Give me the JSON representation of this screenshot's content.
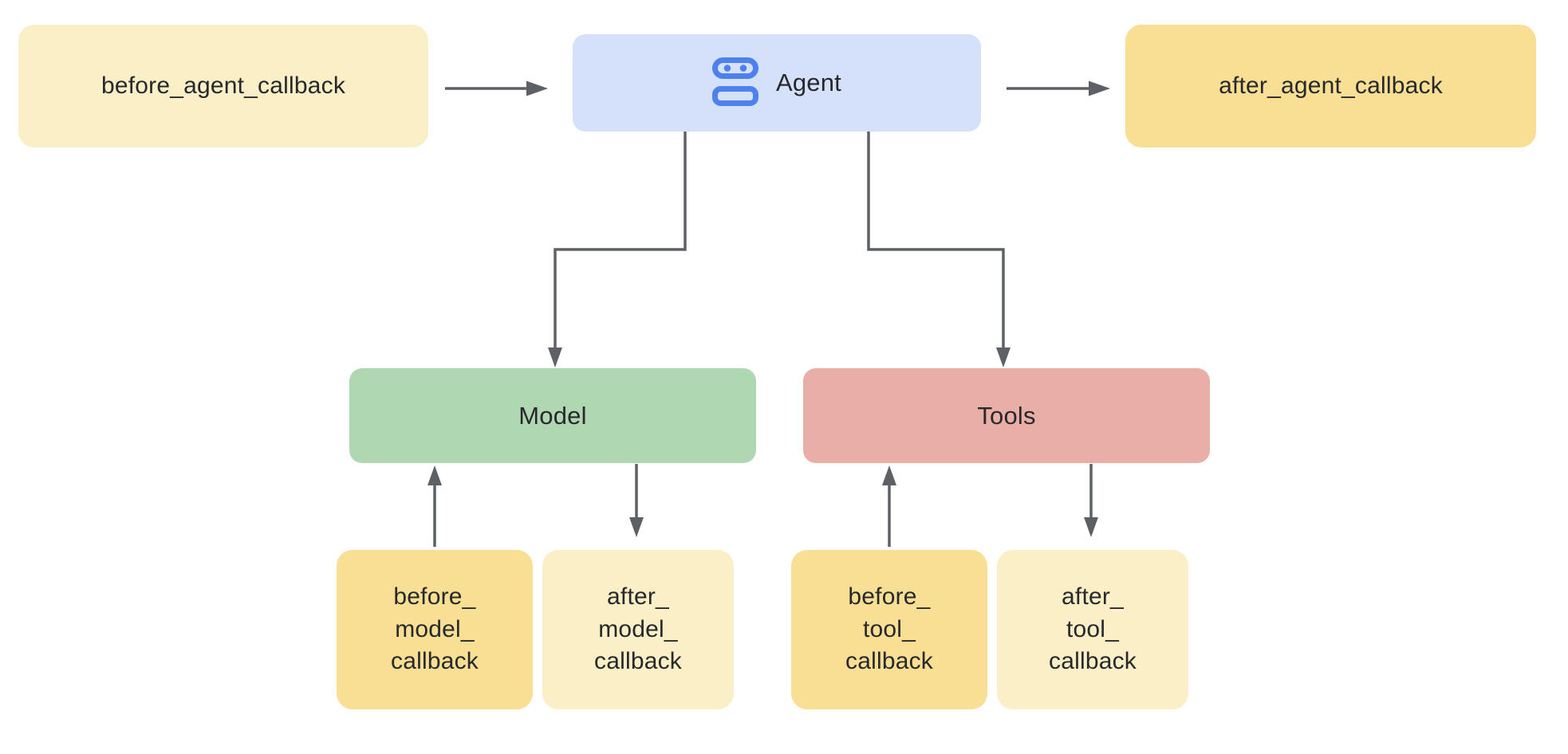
{
  "diagram": {
    "description": "Agent callbacks flow diagram",
    "colors": {
      "connector": "#5d6166",
      "robot_blue": "#4d82ee",
      "text": "#26282c",
      "pale_yellow": "#faefc6",
      "gold_yellow": "#f8df93",
      "agent_blue": "#d5e1fa",
      "model_green": "#afd7b1",
      "tools_salmon": "#e9aea6"
    },
    "nodes": {
      "before_agent": {
        "label": "before_agent_callback",
        "color": "#faefc6"
      },
      "agent": {
        "label": "Agent",
        "icon": "robot-icon",
        "color": "#d5e1fa"
      },
      "after_agent": {
        "label": "after_agent_callback",
        "color": "#f8df93"
      },
      "model": {
        "label": "Model",
        "color": "#afd7b1"
      },
      "tools": {
        "label": "Tools",
        "color": "#e9aea6"
      },
      "before_model": {
        "lines": [
          "before_",
          "model_",
          "callback"
        ],
        "color": "#f8df93"
      },
      "after_model": {
        "lines": [
          "after_",
          "model_",
          "callback"
        ],
        "color": "#faefc6"
      },
      "before_tool": {
        "lines": [
          "before_",
          "tool_",
          "callback"
        ],
        "color": "#f8df93"
      },
      "after_tool": {
        "lines": [
          "after_",
          "tool_",
          "callback"
        ],
        "color": "#faefc6"
      }
    },
    "edges": [
      {
        "from": "before_agent",
        "to": "agent"
      },
      {
        "from": "agent",
        "to": "after_agent"
      },
      {
        "from": "agent",
        "to": "model"
      },
      {
        "from": "agent",
        "to": "tools"
      },
      {
        "from": "before_model",
        "to": "model"
      },
      {
        "from": "model",
        "to": "after_model"
      },
      {
        "from": "before_tool",
        "to": "tools"
      },
      {
        "from": "tools",
        "to": "after_tool"
      }
    ]
  }
}
